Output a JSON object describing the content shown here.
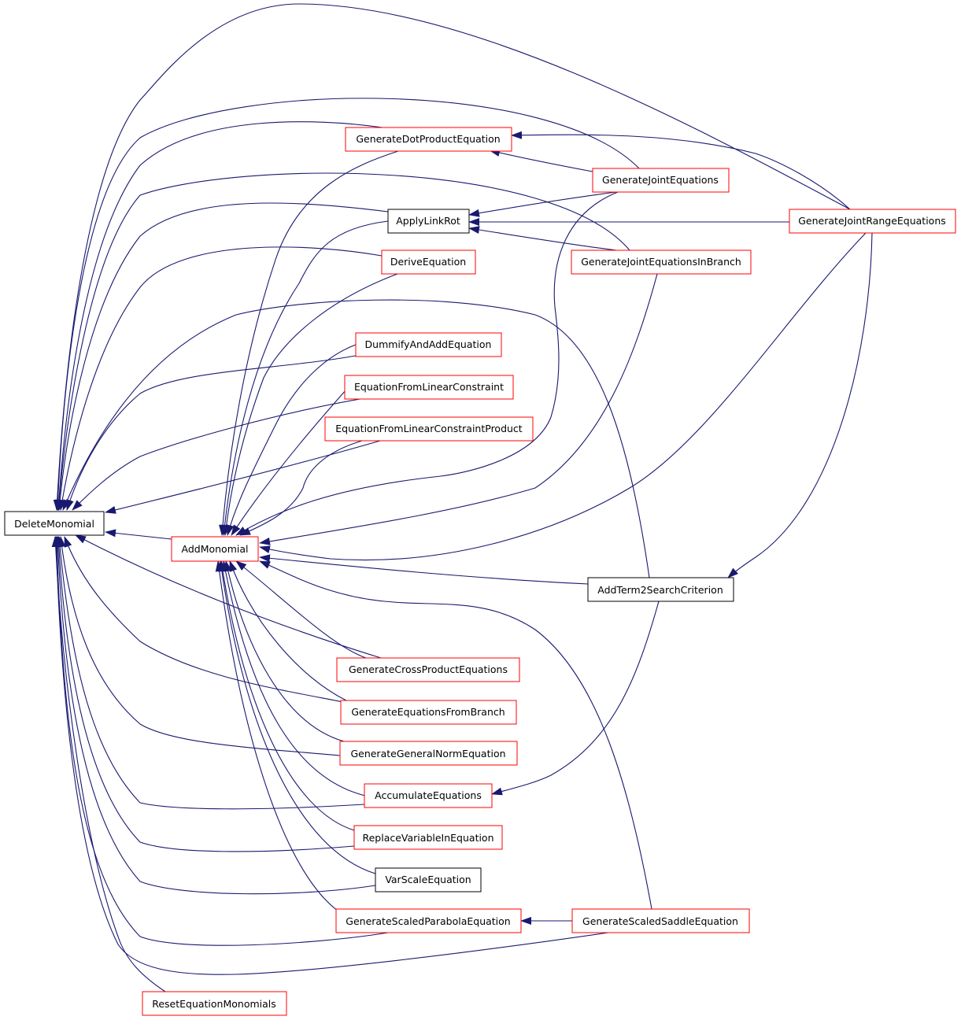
{
  "colors": {
    "edge": "#191970",
    "border_default": "#ff0000",
    "border_plain": "#000000",
    "highlight_fill": "#bfbfbf"
  },
  "nodes": [
    {
      "id": "DeleteMonomial",
      "label": "DeleteMonomial",
      "border": "plain",
      "highlight": true
    },
    {
      "id": "AddMonomial",
      "label": "AddMonomial",
      "border": "red"
    },
    {
      "id": "GenerateDotProductEquation",
      "label": "GenerateDotProductEquation",
      "border": "red"
    },
    {
      "id": "GenerateJointEquations",
      "label": "GenerateJointEquations",
      "border": "red"
    },
    {
      "id": "ApplyLinkRot",
      "label": "ApplyLinkRot",
      "border": "plain"
    },
    {
      "id": "GenerateJointRangeEquations",
      "label": "GenerateJointRangeEquations",
      "border": "red"
    },
    {
      "id": "GenerateJointEquationsInBranch",
      "label": "GenerateJointEquationsInBranch",
      "border": "red"
    },
    {
      "id": "DeriveEquation",
      "label": "DeriveEquation",
      "border": "red"
    },
    {
      "id": "DummifyAndAddEquation",
      "label": "DummifyAndAddEquation",
      "border": "red"
    },
    {
      "id": "EquationFromLinearConstraint",
      "label": "EquationFromLinearConstraint",
      "border": "red"
    },
    {
      "id": "EquationFromLinearConstraintProduct",
      "label": "EquationFromLinearConstraintProduct",
      "border": "red"
    },
    {
      "id": "AddTerm2SearchCriterion",
      "label": "AddTerm2SearchCriterion",
      "border": "plain"
    },
    {
      "id": "GenerateCrossProductEquations",
      "label": "GenerateCrossProductEquations",
      "border": "red"
    },
    {
      "id": "GenerateEquationsFromBranch",
      "label": "GenerateEquationsFromBranch",
      "border": "red"
    },
    {
      "id": "GenerateGeneralNormEquation",
      "label": "GenerateGeneralNormEquation",
      "border": "red"
    },
    {
      "id": "AccumulateEquations",
      "label": "AccumulateEquations",
      "border": "red"
    },
    {
      "id": "ReplaceVariableInEquation",
      "label": "ReplaceVariableInEquation",
      "border": "red"
    },
    {
      "id": "VarScaleEquation",
      "label": "VarScaleEquation",
      "border": "plain"
    },
    {
      "id": "GenerateScaledParabolaEquation",
      "label": "GenerateScaledParabolaEquation",
      "border": "red"
    },
    {
      "id": "GenerateScaledSaddleEquation",
      "label": "GenerateScaledSaddleEquation",
      "border": "red"
    },
    {
      "id": "ResetEquationMonomials",
      "label": "ResetEquationMonomials",
      "border": "red"
    }
  ],
  "edges": [
    {
      "from": "AddMonomial",
      "to": "DeleteMonomial"
    },
    {
      "from": "GenerateDotProductEquation",
      "to": "DeleteMonomial"
    },
    {
      "from": "GenerateJointEquations",
      "to": "DeleteMonomial"
    },
    {
      "from": "GenerateJointRangeEquations",
      "to": "DeleteMonomial"
    },
    {
      "from": "ApplyLinkRot",
      "to": "DeleteMonomial"
    },
    {
      "from": "GenerateJointEquationsInBranch",
      "to": "DeleteMonomial"
    },
    {
      "from": "DeriveEquation",
      "to": "DeleteMonomial"
    },
    {
      "from": "AddTerm2SearchCriterion",
      "to": "DeleteMonomial"
    },
    {
      "from": "DummifyAndAddEquation",
      "to": "DeleteMonomial"
    },
    {
      "from": "EquationFromLinearConstraint",
      "to": "DeleteMonomial"
    },
    {
      "from": "EquationFromLinearConstraintProduct",
      "to": "DeleteMonomial"
    },
    {
      "from": "GenerateCrossProductEquations",
      "to": "DeleteMonomial"
    },
    {
      "from": "GenerateEquationsFromBranch",
      "to": "DeleteMonomial"
    },
    {
      "from": "GenerateGeneralNormEquation",
      "to": "DeleteMonomial"
    },
    {
      "from": "AccumulateEquations",
      "to": "DeleteMonomial"
    },
    {
      "from": "ReplaceVariableInEquation",
      "to": "DeleteMonomial"
    },
    {
      "from": "VarScaleEquation",
      "to": "DeleteMonomial"
    },
    {
      "from": "GenerateScaledParabolaEquation",
      "to": "DeleteMonomial"
    },
    {
      "from": "GenerateScaledSaddleEquation",
      "to": "DeleteMonomial"
    },
    {
      "from": "ResetEquationMonomials",
      "to": "DeleteMonomial"
    },
    {
      "from": "GenerateDotProductEquation",
      "to": "AddMonomial"
    },
    {
      "from": "GenerateJointEquations",
      "to": "AddMonomial"
    },
    {
      "from": "ApplyLinkRot",
      "to": "AddMonomial"
    },
    {
      "from": "DeriveEquation",
      "to": "AddMonomial"
    },
    {
      "from": "DummifyAndAddEquation",
      "to": "AddMonomial"
    },
    {
      "from": "EquationFromLinearConstraint",
      "to": "AddMonomial"
    },
    {
      "from": "EquationFromLinearConstraintProduct",
      "to": "AddMonomial"
    },
    {
      "from": "GenerateJointEquationsInBranch",
      "to": "AddMonomial"
    },
    {
      "from": "GenerateJointRangeEquations",
      "to": "AddMonomial"
    },
    {
      "from": "AddTerm2SearchCriterion",
      "to": "AddMonomial"
    },
    {
      "from": "GenerateScaledSaddleEquation",
      "to": "AddMonomial"
    },
    {
      "from": "GenerateCrossProductEquations",
      "to": "AddMonomial"
    },
    {
      "from": "GenerateEquationsFromBranch",
      "to": "AddMonomial"
    },
    {
      "from": "GenerateGeneralNormEquation",
      "to": "AddMonomial"
    },
    {
      "from": "AccumulateEquations",
      "to": "AddMonomial"
    },
    {
      "from": "ReplaceVariableInEquation",
      "to": "AddMonomial"
    },
    {
      "from": "VarScaleEquation",
      "to": "AddMonomial"
    },
    {
      "from": "GenerateScaledParabolaEquation",
      "to": "AddMonomial"
    },
    {
      "from": "GenerateJointEquations",
      "to": "GenerateDotProductEquation"
    },
    {
      "from": "GenerateJointRangeEquations",
      "to": "GenerateDotProductEquation"
    },
    {
      "from": "GenerateJointEquations",
      "to": "ApplyLinkRot"
    },
    {
      "from": "GenerateJointRangeEquations",
      "to": "ApplyLinkRot"
    },
    {
      "from": "GenerateJointEquationsInBranch",
      "to": "ApplyLinkRot"
    },
    {
      "from": "AddTerm2SearchCriterion",
      "to": "GenerateJointRangeEquations"
    },
    {
      "from": "AddTerm2SearchCriterion",
      "to": "AccumulateEquations"
    },
    {
      "from": "GenerateScaledSaddleEquation",
      "to": "GenerateScaledParabolaEquation"
    }
  ]
}
